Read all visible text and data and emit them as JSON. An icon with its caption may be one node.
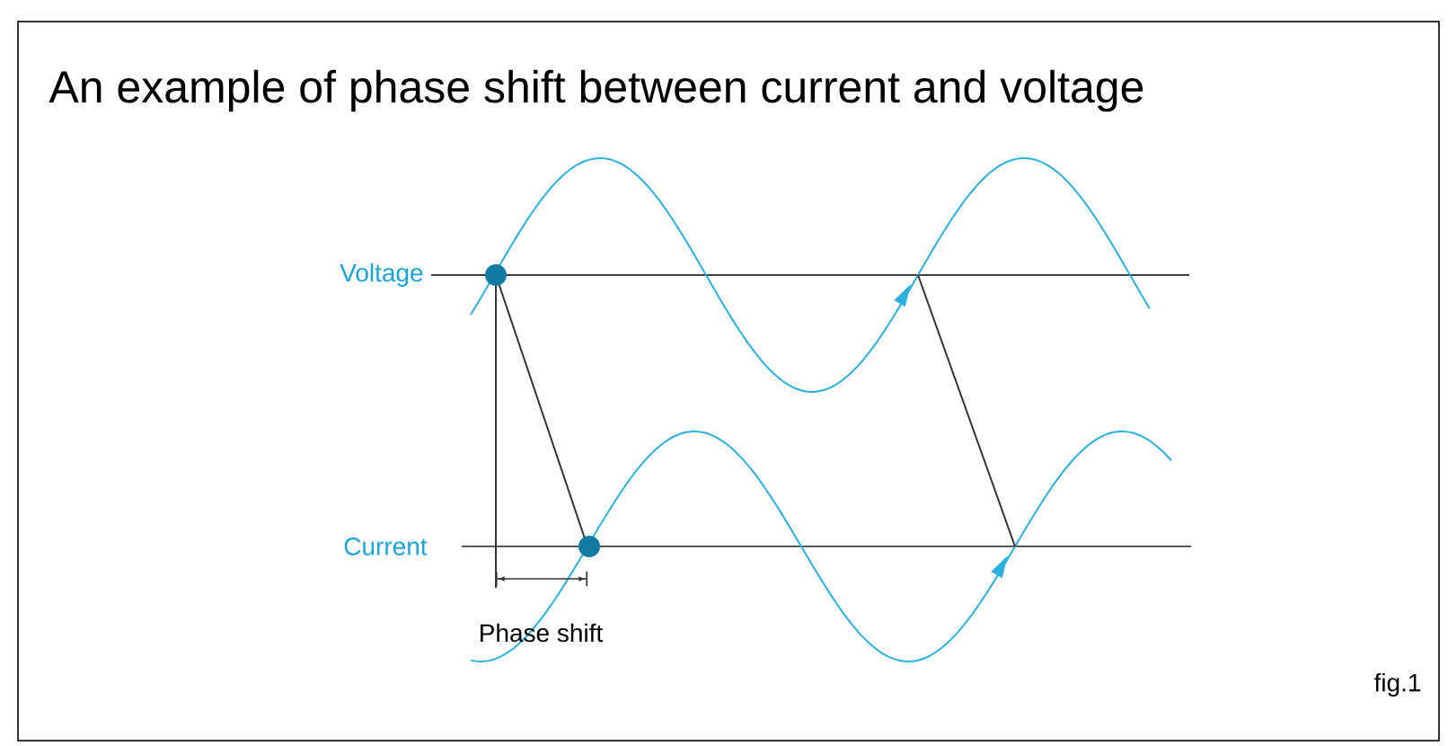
{
  "diagram": {
    "title": "An example of phase shift between current and voltage",
    "labels": [
      "Voltage",
      "Current",
      "Phase shift",
      "fig.1"
    ]
  }
}
